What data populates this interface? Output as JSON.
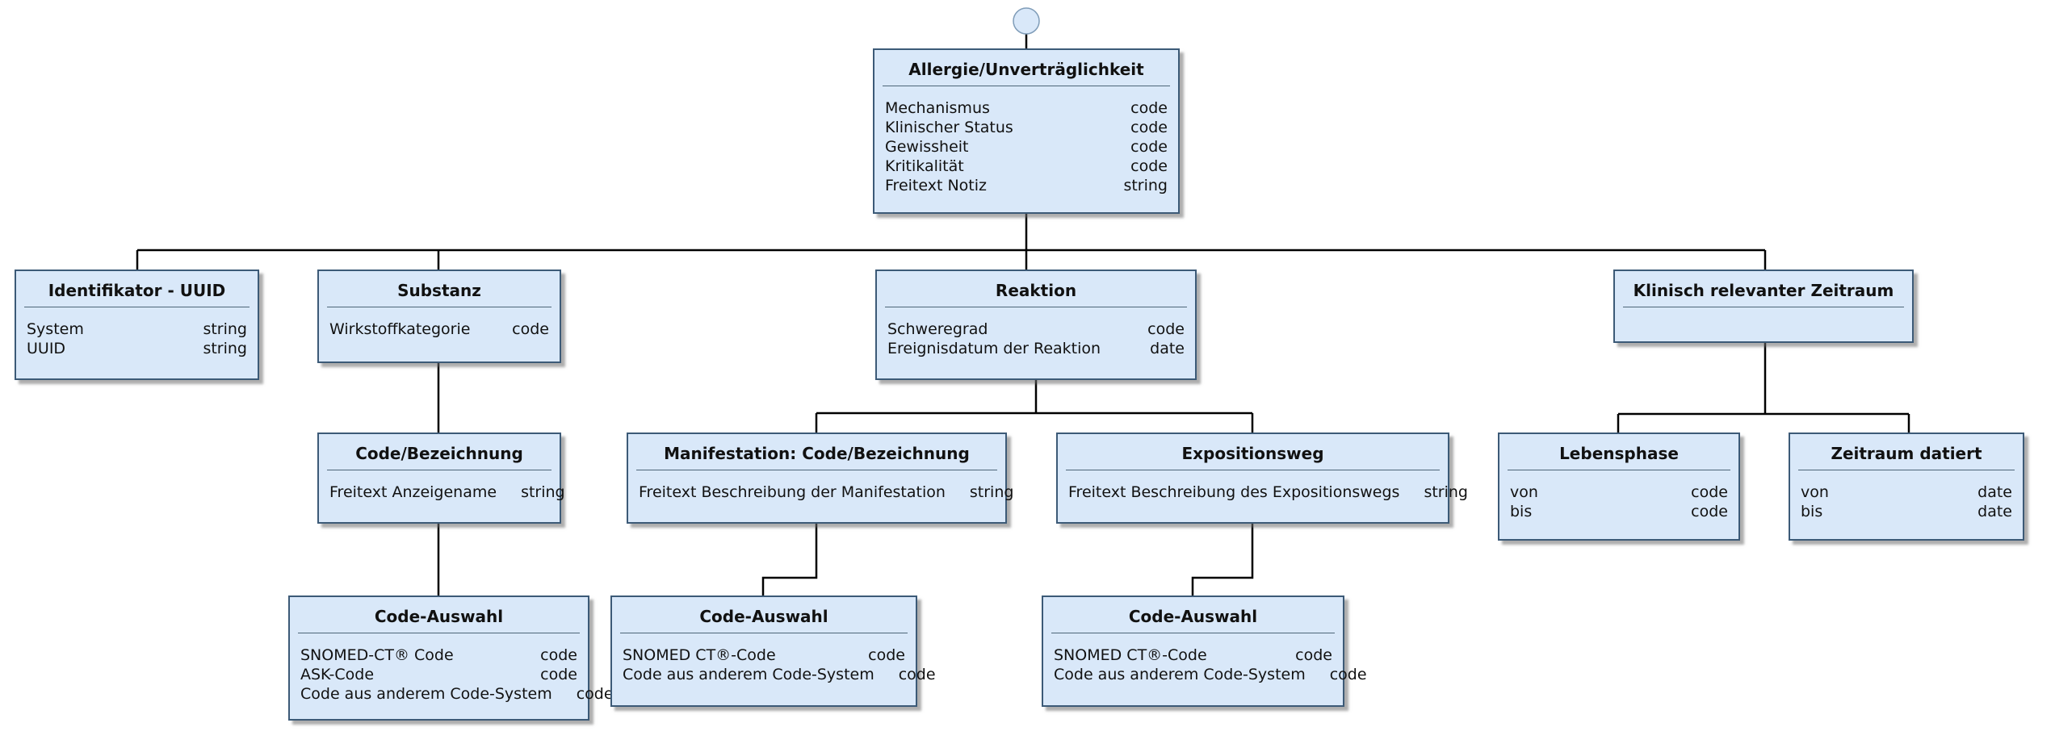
{
  "diagram": {
    "type": "entity-tree",
    "language": "de",
    "colors": {
      "background": "#ffffff",
      "box_fill": "#d9e8f9",
      "box_border": "#3c5a77",
      "title_divider": "#4d6678",
      "connector": "#000000",
      "root_circle_fill": "#d9e8f9",
      "root_circle_border": "#7f9cb8"
    }
  },
  "entities": {
    "allergie": {
      "title": "Allergie/Unverträglichkeit",
      "attrs": [
        {
          "name": "Mechanismus",
          "type": "code"
        },
        {
          "name": "Klinischer Status",
          "type": "code"
        },
        {
          "name": "Gewissheit",
          "type": "code"
        },
        {
          "name": "Kritikalität",
          "type": "code"
        },
        {
          "name": "Freitext Notiz",
          "type": "string"
        }
      ]
    },
    "identifikator": {
      "title": "Identifikator - UUID",
      "attrs": [
        {
          "name": "System",
          "type": "string"
        },
        {
          "name": "UUID",
          "type": "string"
        }
      ]
    },
    "substanz": {
      "title": "Substanz",
      "attrs": [
        {
          "name": "Wirkstoffkategorie",
          "type": "code"
        }
      ]
    },
    "reaktion": {
      "title": "Reaktion",
      "attrs": [
        {
          "name": "Schweregrad",
          "type": "code"
        },
        {
          "name": "Ereignisdatum der Reaktion",
          "type": "date"
        }
      ]
    },
    "klinisch_zeitraum": {
      "title": "Klinisch relevanter Zeitraum",
      "attrs": []
    },
    "code_bezeichnung": {
      "title": "Code/Bezeichnung",
      "attrs": [
        {
          "name": "Freitext Anzeigename",
          "type": "string"
        }
      ]
    },
    "manifestation": {
      "title": "Manifestation: Code/Bezeichnung",
      "attrs": [
        {
          "name": "Freitext Beschreibung der Manifestation",
          "type": "string"
        }
      ]
    },
    "expositionsweg": {
      "title": "Expositionsweg",
      "attrs": [
        {
          "name": "Freitext Beschreibung des Expositionswegs",
          "type": "string"
        }
      ]
    },
    "lebensphase": {
      "title": "Lebensphase",
      "attrs": [
        {
          "name": "von",
          "type": "code"
        },
        {
          "name": "bis",
          "type": "code"
        }
      ]
    },
    "zeitraum_datiert": {
      "title": "Zeitraum datiert",
      "attrs": [
        {
          "name": "von",
          "type": "date"
        },
        {
          "name": "bis",
          "type": "date"
        }
      ]
    },
    "code_auswahl_substanz": {
      "title": "Code-Auswahl",
      "attrs": [
        {
          "name": "SNOMED-CT® Code",
          "type": "code"
        },
        {
          "name": "ASK-Code",
          "type": "code"
        },
        {
          "name": "Code aus anderem Code-System",
          "type": "code"
        }
      ]
    },
    "code_auswahl_manifestation": {
      "title": "Code-Auswahl",
      "attrs": [
        {
          "name": "SNOMED CT®-Code",
          "type": "code"
        },
        {
          "name": "Code aus anderem Code-System",
          "type": "code"
        }
      ]
    },
    "code_auswahl_expositionsweg": {
      "title": "Code-Auswahl",
      "attrs": [
        {
          "name": "SNOMED CT®-Code",
          "type": "code"
        },
        {
          "name": "Code aus anderem Code-System",
          "type": "code"
        }
      ]
    }
  }
}
